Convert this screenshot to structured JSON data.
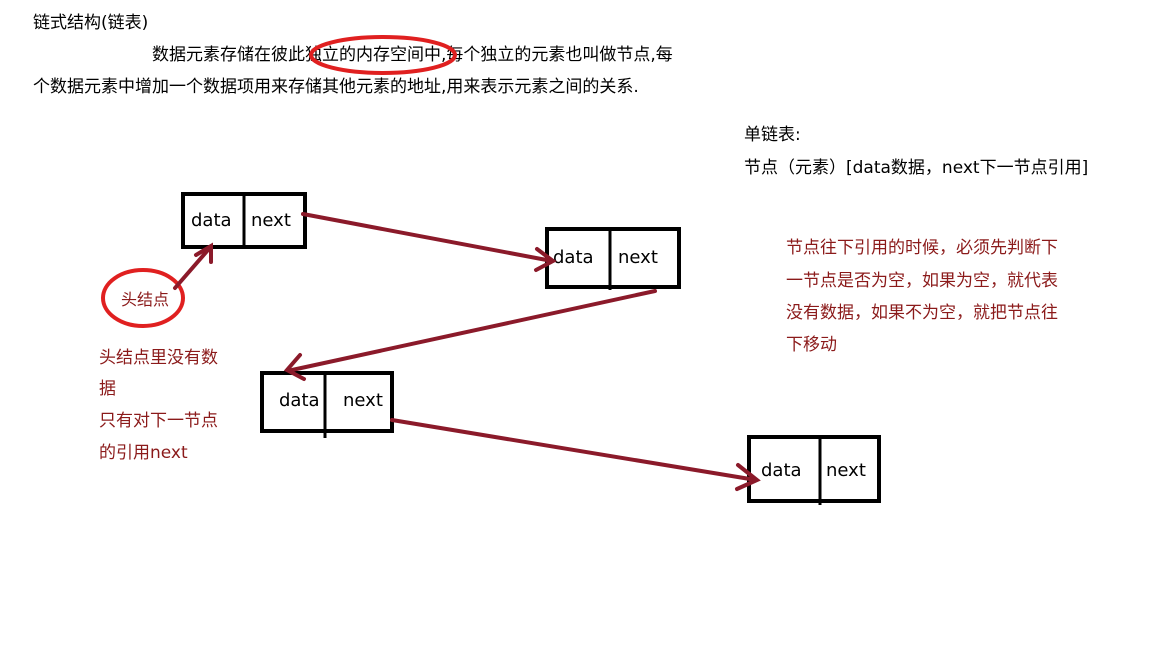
{
  "heading": "链式结构(链表)",
  "description": {
    "line1_before": "数据元素存储在彼此",
    "line1_highlight": "独立的内存空间中",
    "line1_after": ",每个独立的元素也叫做节点,每",
    "line2": "个数据元素中增加一个数据项用来存储其他元素的地址,用来表示元素之间的关系."
  },
  "side_notes": {
    "title": "单链表:",
    "node_def": "节点（元素）[data数据，next下一节点引用]"
  },
  "traversal_note": {
    "lines": [
      "节点往下引用的时候，必须先判断下",
      "一节点是否为空，如果为空，就代表",
      "没有数据，如果不为空，就把节点往",
      "下移动"
    ]
  },
  "head_node": {
    "label": "头结点",
    "desc_lines": [
      "头结点里没有数",
      "据",
      "只有对下一节点",
      "的引用next"
    ]
  },
  "nodes": [
    {
      "data_label": "data",
      "next_label": "next"
    },
    {
      "data_label": "data",
      "next_label": "next"
    },
    {
      "data_label": "data",
      "next_label": "next"
    },
    {
      "data_label": "data",
      "next_label": "next"
    }
  ],
  "colors": {
    "arrow": "#8b1a2a",
    "annotation_text": "#8b1a1a",
    "highlight_circle": "#e02020",
    "node_border": "#000000"
  }
}
